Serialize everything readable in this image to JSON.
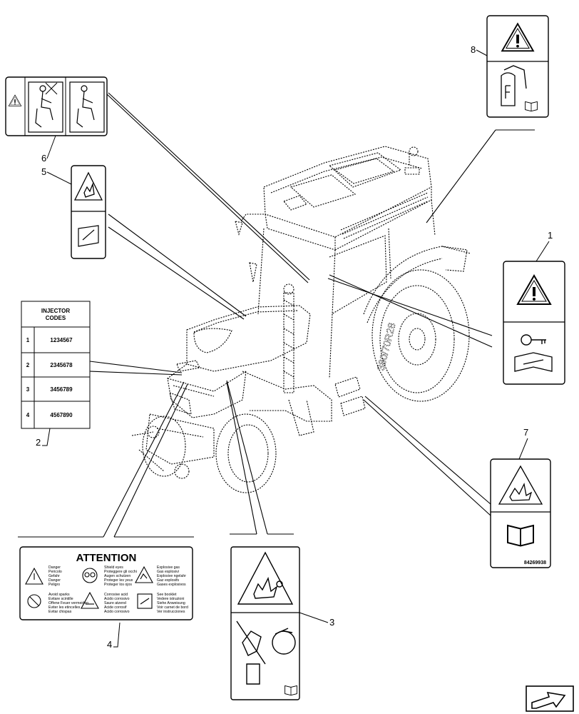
{
  "callouts": [
    "1",
    "2",
    "3",
    "4",
    "5",
    "6",
    "7",
    "8"
  ],
  "injector_label": {
    "header_line1": "INJECTOR",
    "header_line2": "CODES",
    "rows": [
      {
        "index": "1",
        "code": "1234567"
      },
      {
        "index": "2",
        "code": "2345678"
      },
      {
        "index": "3",
        "code": "3456789"
      },
      {
        "index": "4",
        "code": "4567890"
      }
    ]
  },
  "attention_label": {
    "title": "ATTENTION",
    "groups": [
      {
        "lines": [
          "Danger",
          "Pericolo",
          "Gefahr",
          "Danger",
          "Peligro"
        ]
      },
      {
        "lines": [
          "Shield eyes",
          "Proteggere gli occhi",
          "Augen schutzen",
          "Proteger les yeux",
          "Proteger los ojos"
        ]
      },
      {
        "lines": [
          "Explosive gas",
          "Gas esplosivi",
          "Explosive ngelahr",
          "Gaz explosifs",
          "Gases explosivos"
        ]
      },
      {
        "lines": [
          "Avoid sparks",
          "Evitare scintille",
          "Offene Feuer vermeiden",
          "Eviter les etincelles",
          "Evitar chispas"
        ]
      },
      {
        "lines": [
          "Corrosive acid",
          "Acido corrosivo",
          "Saure atzend",
          "Acide corrosif",
          "Acido corrosivo"
        ]
      },
      {
        "lines": [
          "See booklet",
          "Vedere istruzioni",
          "Siehe Anweisung",
          "Voir carnet de bord",
          "Ver instrucciones"
        ]
      }
    ]
  },
  "decal_7": {
    "part_number": "84269938"
  },
  "icons": [
    "warning-triangle-icon",
    "fire-extinguisher-icon",
    "manual-book-icon",
    "key-icon",
    "wrench-manual-icon",
    "explosion-warning-icon",
    "no-hands-fan-icon",
    "goggles-icon",
    "acid-icon",
    "no-flame-icon",
    "next-page-arrow-icon"
  ]
}
